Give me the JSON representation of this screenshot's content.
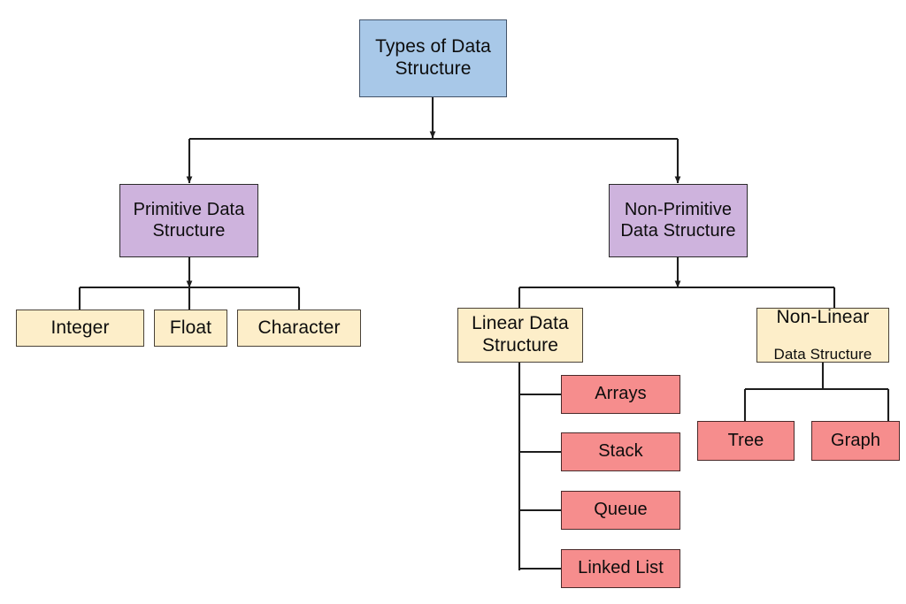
{
  "diagram": {
    "title": "Types of Data Structure",
    "type": "hierarchical-tree",
    "background": "#ffffff",
    "palette": {
      "root": "#a8c8e8",
      "level2": "#ceb3dd",
      "level3": "#fdeec9",
      "leaf": "#f68d8d",
      "stroke": "#3a3a3a",
      "text": "#0d0d0d"
    },
    "nodes": {
      "root": {
        "label": "Types of Data\nStructure",
        "color": "#a8c8e8"
      },
      "primitive": {
        "label": "Primitive Data\nStructure",
        "color": "#ceb3dd"
      },
      "non_primitive": {
        "label": "Non-Primitive\nData Structure",
        "color": "#ceb3dd"
      },
      "integer": {
        "label": "Integer",
        "color": "#fdeec9"
      },
      "float": {
        "label": "Float",
        "color": "#fdeec9"
      },
      "character": {
        "label": "Character",
        "color": "#fdeec9"
      },
      "linear": {
        "label": "Linear Data\nStructure",
        "color": "#fdeec9"
      },
      "non_linear_line1": "Non-Linear",
      "non_linear_line2": "Data Structure",
      "arrays": {
        "label": "Arrays",
        "color": "#f68d8d"
      },
      "stack": {
        "label": "Stack",
        "color": "#f68d8d"
      },
      "queue": {
        "label": "Queue",
        "color": "#f68d8d"
      },
      "linked_list": {
        "label": "Linked List",
        "color": "#f68d8d"
      },
      "tree": {
        "label": "Tree",
        "color": "#f68d8d"
      },
      "graph": {
        "label": "Graph",
        "color": "#f68d8d"
      }
    },
    "edges": [
      {
        "from": "root",
        "to": "primitive",
        "arrow": true
      },
      {
        "from": "root",
        "to": "non_primitive",
        "arrow": true
      },
      {
        "from": "primitive",
        "to": "integer",
        "arrow": false
      },
      {
        "from": "primitive",
        "to": "float",
        "arrow": false
      },
      {
        "from": "primitive",
        "to": "character",
        "arrow": false
      },
      {
        "from": "non_primitive",
        "to": "linear",
        "arrow": false
      },
      {
        "from": "non_primitive",
        "to": "non_linear",
        "arrow": false
      },
      {
        "from": "linear",
        "to": "arrays",
        "arrow": false
      },
      {
        "from": "linear",
        "to": "stack",
        "arrow": false
      },
      {
        "from": "linear",
        "to": "queue",
        "arrow": false
      },
      {
        "from": "linear",
        "to": "linked_list",
        "arrow": false
      },
      {
        "from": "non_linear",
        "to": "tree",
        "arrow": false
      },
      {
        "from": "non_linear",
        "to": "graph",
        "arrow": false
      }
    ]
  }
}
